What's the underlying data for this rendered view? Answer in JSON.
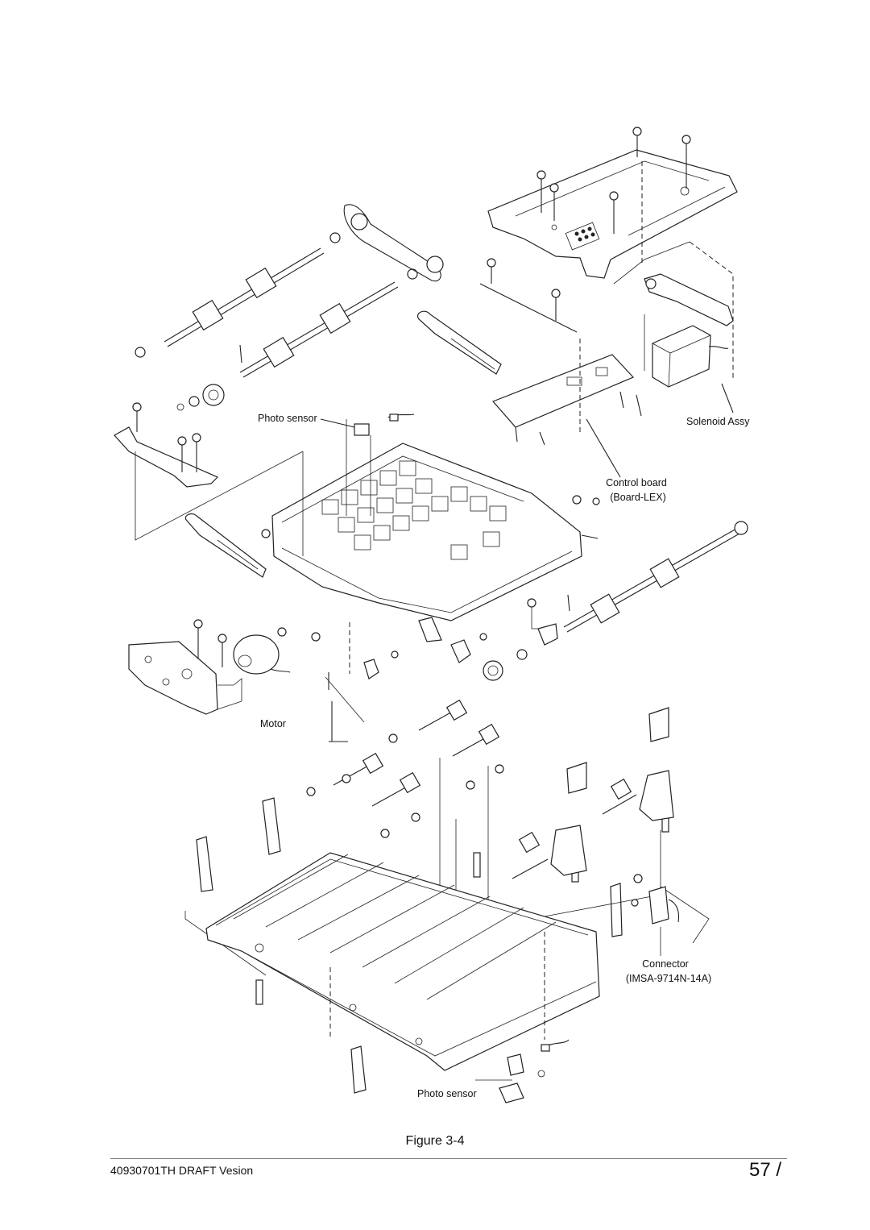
{
  "labels": {
    "photo_sensor_top": "Photo sensor",
    "solenoid_assy": "Solenoid Assy",
    "control_board": "Control board",
    "board_lex": "(Board-LEX)",
    "motor": "Motor",
    "connector": "Connector",
    "connector_part": "(IMSA-9714N-14A)",
    "photo_sensor_bottom": "Photo sensor"
  },
  "caption": "Figure 3-4",
  "footer": {
    "doc_id": "40930701TH  DRAFT Vesion",
    "page_number": "57 /"
  }
}
